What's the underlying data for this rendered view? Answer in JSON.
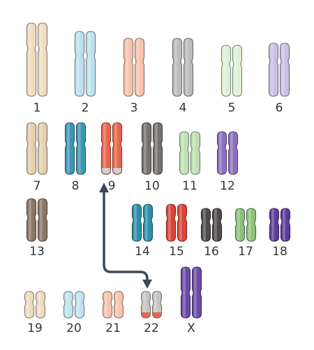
{
  "figure": {
    "colors": {
      "background": "#ffffff",
      "label_text": "#333333",
      "outline": "#555555",
      "arrow": "#3c4a56",
      "translocated_segment": "#cfcfcf",
      "translocated_segment_22": "#e8664e"
    },
    "chromosomes": [
      {
        "label": "1",
        "color": "#efdcc0"
      },
      {
        "label": "2",
        "color": "#bfe0ee"
      },
      {
        "label": "3",
        "color": "#f6c3ad"
      },
      {
        "label": "4",
        "color": "#bdbaba"
      },
      {
        "label": "5",
        "color": "#dff0d8"
      },
      {
        "label": "6",
        "color": "#cbbfe3"
      },
      {
        "label": "7",
        "color": "#e4cfae"
      },
      {
        "label": "8",
        "color": "#3d97b3"
      },
      {
        "label": "9",
        "color": "#e8664e",
        "translocation": "lower-tip"
      },
      {
        "label": "10",
        "color": "#77726f"
      },
      {
        "label": "11",
        "color": "#bfe0b4"
      },
      {
        "label": "12",
        "color": "#8c6fbe"
      },
      {
        "label": "13",
        "color": "#8c7766"
      },
      {
        "label": "14",
        "color": "#2e8fa8"
      },
      {
        "label": "15",
        "color": "#dd4438"
      },
      {
        "label": "16",
        "color": "#4f4b4a"
      },
      {
        "label": "17",
        "color": "#8dc07c"
      },
      {
        "label": "18",
        "color": "#5a3e98"
      },
      {
        "label": "19",
        "color": "#eedcc0"
      },
      {
        "label": "20",
        "color": "#c3e2f0"
      },
      {
        "label": "21",
        "color": "#f6c3ad"
      },
      {
        "label": "22",
        "color": "#c7c4c4",
        "translocation": "lower-tip"
      },
      {
        "label": "X",
        "color": "#6a4aa6"
      }
    ],
    "translocation_arrow": {
      "from": "22",
      "to": "9"
    }
  }
}
